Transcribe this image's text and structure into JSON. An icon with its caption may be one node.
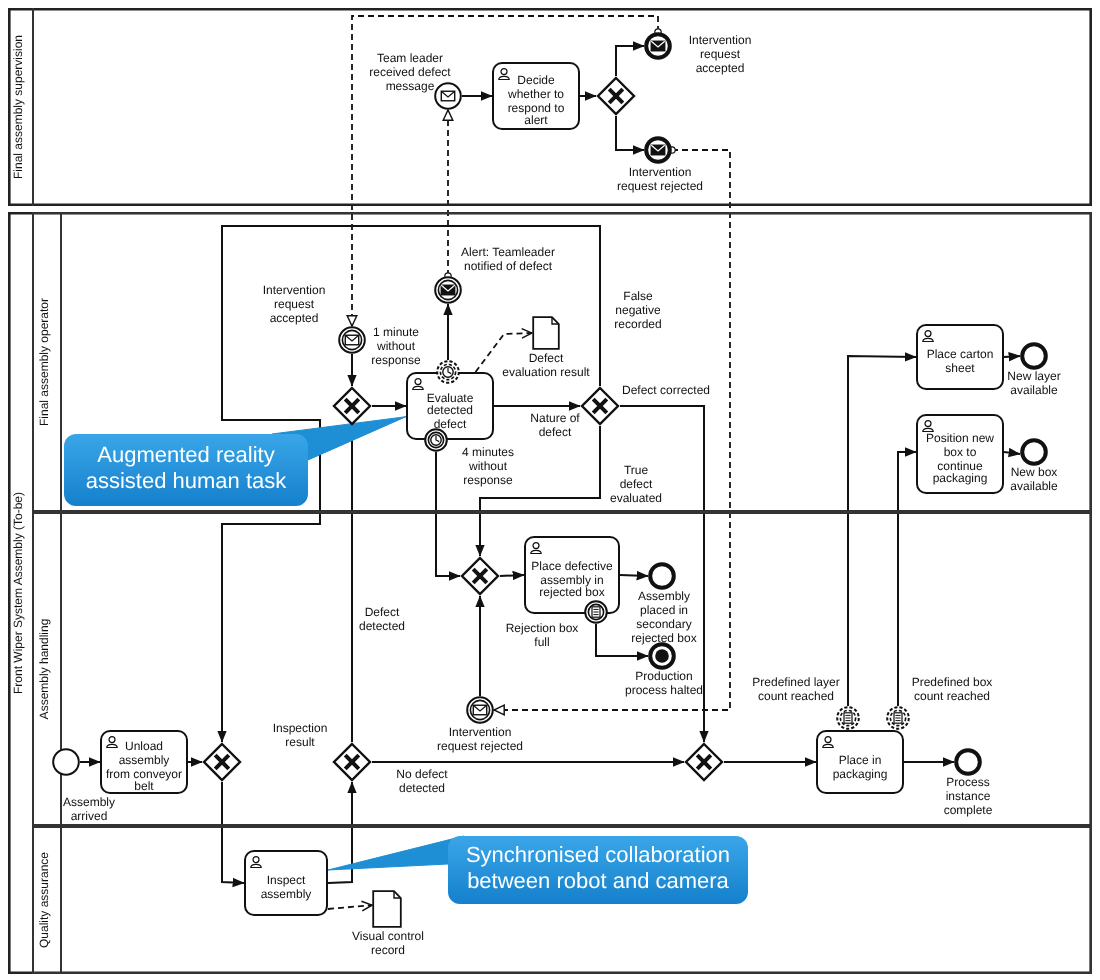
{
  "diagram": {
    "nodes": [
      {
        "text": [
          "Final assembly supervision"
        ]
      },
      {
        "text": [
          "Front Wiper System Assembly (To-be)"
        ]
      },
      {
        "text": [
          "Final assembly operator"
        ],
        "in": 1
      },
      {
        "text": [
          "Assembly handling"
        ],
        "in": 1
      },
      {
        "text": [
          "Quality assurance"
        ],
        "in": 1
      },
      {
        "text": [],
        "shape": "circle",
        "in": 0,
        "beside": [
          "Team leader received defect message"
        ]
      },
      {
        "text": [
          "Decide whether to respond to alert"
        ],
        "in": 0
      },
      {
        "text": [],
        "shape": "diamond",
        "in": 0
      },
      {
        "text": [],
        "shape": "circle",
        "in": 0,
        "beside": [
          "Intervention request accepted"
        ]
      },
      {
        "text": [],
        "shape": "circle",
        "in": 0,
        "beside": [
          "Intervention request rejected"
        ]
      },
      {
        "text": [],
        "shape": "circle",
        "in": 2,
        "beside": [
          "Alert: Teamleader notified of defect"
        ]
      },
      {
        "text": [],
        "shape": "circle",
        "in": 2,
        "beside": [
          "Intervention request accepted"
        ]
      },
      {
        "text": [],
        "shape": "diamond",
        "in": 2
      },
      {
        "text": [
          "Evaluate detected defect"
        ],
        "in": 2
      },
      {
        "text": [],
        "shape": "circle",
        "in": 2
      },
      {
        "text": [],
        "shape": "circle",
        "in": 2
      },
      {
        "text": [],
        "shape": "document",
        "in": 2,
        "beside": [
          "Defect evaluation result"
        ]
      },
      {
        "text": [],
        "shape": "diamond",
        "in": 2,
        "beside": [
          "Nature of defect"
        ]
      },
      {
        "text": [
          "Place carton sheet"
        ],
        "in": 2
      },
      {
        "text": [],
        "shape": "circle",
        "in": 2,
        "beside": [
          "New layer available"
        ]
      },
      {
        "text": [
          "Position new box to continue packaging"
        ],
        "in": 2
      },
      {
        "text": [],
        "shape": "circle",
        "in": 2,
        "beside": [
          "New box available"
        ]
      },
      {
        "text": [
          "Augmented reality assisted human task"
        ],
        "in": 2
      },
      {
        "text": [],
        "shape": "circle",
        "in": 3
      },
      {
        "text": [
          "Unload assembly from conveyor belt"
        ],
        "in": 3
      },
      {
        "text": [],
        "shape": "diamond",
        "in": 3
      },
      {
        "text": [],
        "shape": "diamond",
        "in": 3
      },
      {
        "text": [
          "Place defective assembly in rejected box"
        ],
        "in": 3
      },
      {
        "text": [],
        "shape": "circle",
        "in": 3,
        "beside": [
          "Assembly placed in secondary rejected box"
        ]
      },
      {
        "text": [],
        "shape": "circle",
        "in": 3,
        "beside": [
          "Rejection box full"
        ]
      },
      {
        "text": [],
        "shape": "circle",
        "in": 3,
        "beside": [
          "Production process halted"
        ]
      },
      {
        "text": [],
        "shape": "circle",
        "in": 3,
        "beside": [
          "Intervention request rejected"
        ]
      },
      {
        "text": [],
        "shape": "diamond",
        "in": 3,
        "beside": [
          "Inspection result"
        ]
      },
      {
        "text": [],
        "shape": "diamond",
        "in": 3
      },
      {
        "text": [
          "Place in packaging"
        ],
        "in": 3
      },
      {
        "text": [],
        "shape": "circle",
        "in": 3,
        "beside": [
          "Predefined layer count reached"
        ]
      },
      {
        "text": [],
        "shape": "circle",
        "in": 3,
        "beside": [
          "Predefined box count reached"
        ]
      },
      {
        "text": [],
        "shape": "circle",
        "in": 3,
        "beside": [
          "Process instance complete"
        ]
      },
      {
        "text": [
          "Inspect assembly"
        ],
        "in": 4
      },
      {
        "text": [],
        "shape": "document",
        "in": 4,
        "beside": [
          "Visual control record"
        ]
      },
      {
        "text": [
          "Synchronised collaboration between robot and camera"
        ],
        "in": 4
      }
    ],
    "edges": [
      {
        "from": 5,
        "to": 6,
        "arrow": "to"
      },
      {
        "from": 6,
        "to": 7,
        "arrow": "to"
      },
      {
        "from": 7,
        "to": 8,
        "arrow": "to"
      },
      {
        "from": 7,
        "to": 9,
        "arrow": "to"
      },
      {
        "from": 8,
        "to": 11,
        "arrow": "to",
        "style": "dashed"
      },
      {
        "from": 9,
        "to": 31,
        "arrow": "to",
        "style": "dashed"
      },
      {
        "from": 10,
        "to": 5,
        "arrow": "to",
        "style": "dashed"
      },
      {
        "from": 11,
        "to": 12,
        "arrow": "to"
      },
      {
        "from": 12,
        "to": 13,
        "arrow": "to"
      },
      {
        "from": 14,
        "to": 10,
        "arrow": "to"
      },
      {
        "from": 13,
        "to": 16,
        "arrow": "to",
        "style": "dashed"
      },
      {
        "from": 13,
        "to": 17,
        "arrow": "to"
      },
      {
        "from": 17,
        "to": 25,
        "arrow": "to",
        "label": "False negative recorded"
      },
      {
        "from": 17,
        "to": 33,
        "arrow": "to",
        "label": "Defect corrected"
      },
      {
        "from": 17,
        "to": 26,
        "arrow": "to",
        "label": "True defect evaluated"
      },
      {
        "from": 15,
        "to": 26,
        "arrow": "to"
      },
      {
        "from": 32,
        "to": 12,
        "arrow": "to",
        "label": "Defect detected"
      },
      {
        "from": 32,
        "to": 33,
        "arrow": "to",
        "label": "No defect detected"
      },
      {
        "from": 23,
        "to": 24,
        "arrow": "to"
      },
      {
        "from": 24,
        "to": 25,
        "arrow": "to"
      },
      {
        "from": 25,
        "to": 38,
        "arrow": "to"
      },
      {
        "from": 38,
        "to": 32,
        "arrow": "to"
      },
      {
        "from": 38,
        "to": 39,
        "arrow": "to",
        "style": "dashed"
      },
      {
        "from": 26,
        "to": 27,
        "arrow": "to"
      },
      {
        "from": 27,
        "to": 28,
        "arrow": "to"
      },
      {
        "from": 29,
        "to": 30,
        "arrow": "to"
      },
      {
        "from": 31,
        "to": 26,
        "arrow": "to"
      },
      {
        "from": 33,
        "to": 34,
        "arrow": "to"
      },
      {
        "from": 34,
        "to": 37,
        "arrow": "to"
      },
      {
        "from": 35,
        "to": 18,
        "arrow": "to"
      },
      {
        "from": 36,
        "to": 20,
        "arrow": "to"
      },
      {
        "from": 18,
        "to": 19,
        "arrow": "to"
      },
      {
        "from": 20,
        "to": 21,
        "arrow": "to"
      },
      {
        "from": 22,
        "to": 13,
        "arrow": "none",
        "color": "#1e8fd5"
      },
      {
        "from": 40,
        "to": 38,
        "arrow": "none",
        "color": "#1e8fd5"
      }
    ],
    "labels": [
      "1 minute without response",
      "4 minutes without response",
      "Assembly arrived"
    ]
  }
}
